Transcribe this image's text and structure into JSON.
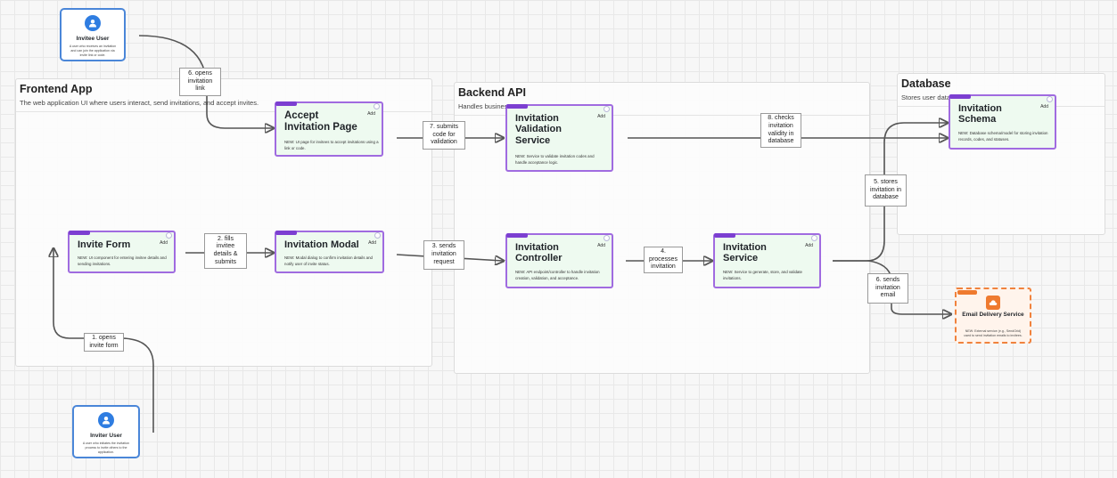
{
  "groups": {
    "frontend": {
      "title": "Frontend App",
      "desc": "The web application UI where users interact, send invitations, and accept invites."
    },
    "backend": {
      "title": "Backend API",
      "desc": "Handles business"
    },
    "database": {
      "title": "Database",
      "desc": "Stores user data,"
    }
  },
  "badge_color": "#7c3fd1",
  "accent_color": "#a06be0",
  "users": {
    "invitee": {
      "title": "Invitee User",
      "desc": "A user who receives an invitation and can join the application via invite link or code.",
      "icon": "user-icon"
    },
    "inviter": {
      "title": "Inviter User",
      "desc": "A user who initiates the invitation process to invite others to the application.",
      "icon": "user-icon"
    }
  },
  "cards": {
    "accept_page": {
      "title": "Accept Invitation Page",
      "add": "Add",
      "desc": "NEW: UI page for invitees to accept invitations using a link or code."
    },
    "invite_form": {
      "title": "Invite Form",
      "add": "Add",
      "desc": "NEW: UI component for entering invitee details and sending invitations."
    },
    "invitation_modal": {
      "title": "Invitation Modal",
      "add": "Add",
      "desc": "NEW: Modal dialog to confirm invitation details and notify user of invite status."
    },
    "validation_service": {
      "title": "Invitation Validation Service",
      "add": "Add",
      "desc": "NEW: Service to validate invitation codes and handle acceptance logic."
    },
    "invitation_controller": {
      "title": "Invitation Controller",
      "add": "Add",
      "desc": "NEW: API endpoint/controller to handle invitation creation, validation, and acceptance."
    },
    "invitation_service": {
      "title": "Invitation Service",
      "add": "Add",
      "desc": "NEW: Service to generate, store, and validate invitations."
    },
    "invitation_schema": {
      "title": "Invitation Schema",
      "add": "Add",
      "desc": "NEW: Database schema/model for storing invitation records, codes, and statuses."
    }
  },
  "email_service": {
    "title": "Email Delivery Service",
    "desc": "NEW: External service (e.g., SendGrid) used to send invitation emails to invitees.",
    "icon": "cloud-icon",
    "color": "#ef7a2f"
  },
  "edges": {
    "e1": "1. opens invite form",
    "e2": "2. fills invitee details & submits",
    "e3": "3. sends invitation request",
    "e4": "4. processes invitation",
    "e5": "5. stores invitation in database",
    "e6a": "6. opens invitation link",
    "e6b": "6. sends invitation email",
    "e7": "7. submits code for validation",
    "e8": "8. checks invitation validity in database"
  }
}
